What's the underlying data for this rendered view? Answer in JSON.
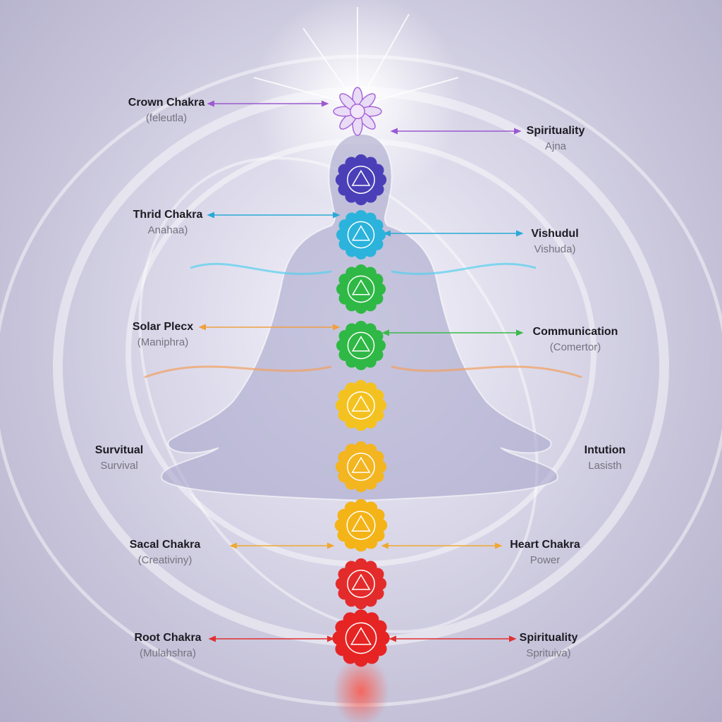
{
  "labels": [
    {
      "title": "Crown Chakra",
      "sub": "(feleutla)",
      "color": "#9b59d0"
    },
    {
      "title": "Spirituality",
      "sub": "Ajna",
      "color": "#9b59d0"
    },
    {
      "title": "Thrid Chakra",
      "sub": "Anahaa)",
      "color": "#29a9d6"
    },
    {
      "title": "Vishudul",
      "sub": "Vishuda)",
      "color": "#29a9d6"
    },
    {
      "title": "Solar Plecx",
      "sub": "(Maniphra)",
      "color": "#f0a040"
    },
    {
      "title": "Communication",
      "sub": "(Comertor)",
      "color": "#3cb84a"
    },
    {
      "title": "Survitual",
      "sub": "Survival"
    },
    {
      "title": "Intution",
      "sub": "Lasisth"
    },
    {
      "title": "Sacal Chakra",
      "sub": "(Creativiny)",
      "color": "#f0a830"
    },
    {
      "title": "Heart Chakra",
      "sub": "Power",
      "color": "#f0a830"
    },
    {
      "title": "Root Chakra",
      "sub": "(Mulahshra)",
      "color": "#e03030"
    },
    {
      "title": "Spirituality",
      "sub": "Sprituiva)",
      "color": "#e03030"
    }
  ],
  "chakras": [
    {
      "name": "crown-lotus-icon",
      "color": "#a866d8"
    },
    {
      "name": "om-icon",
      "color": "#4b3fb8"
    },
    {
      "name": "eye-icon",
      "color": "#2bb3dc"
    },
    {
      "name": "heart-chakra-icon",
      "color": "#2fb845"
    },
    {
      "name": "star-chakra-icon",
      "color": "#2fb845"
    },
    {
      "name": "triangle-chakra-icon",
      "color": "#f4c220"
    },
    {
      "name": "triangle-chakra-icon",
      "color": "#f3b520"
    },
    {
      "name": "crescent-moon-icon",
      "color": "#f4b418"
    },
    {
      "name": "square-chakra-icon",
      "color": "#e42b2b"
    },
    {
      "name": "root-lotus-icon",
      "color": "#e62424"
    }
  ]
}
